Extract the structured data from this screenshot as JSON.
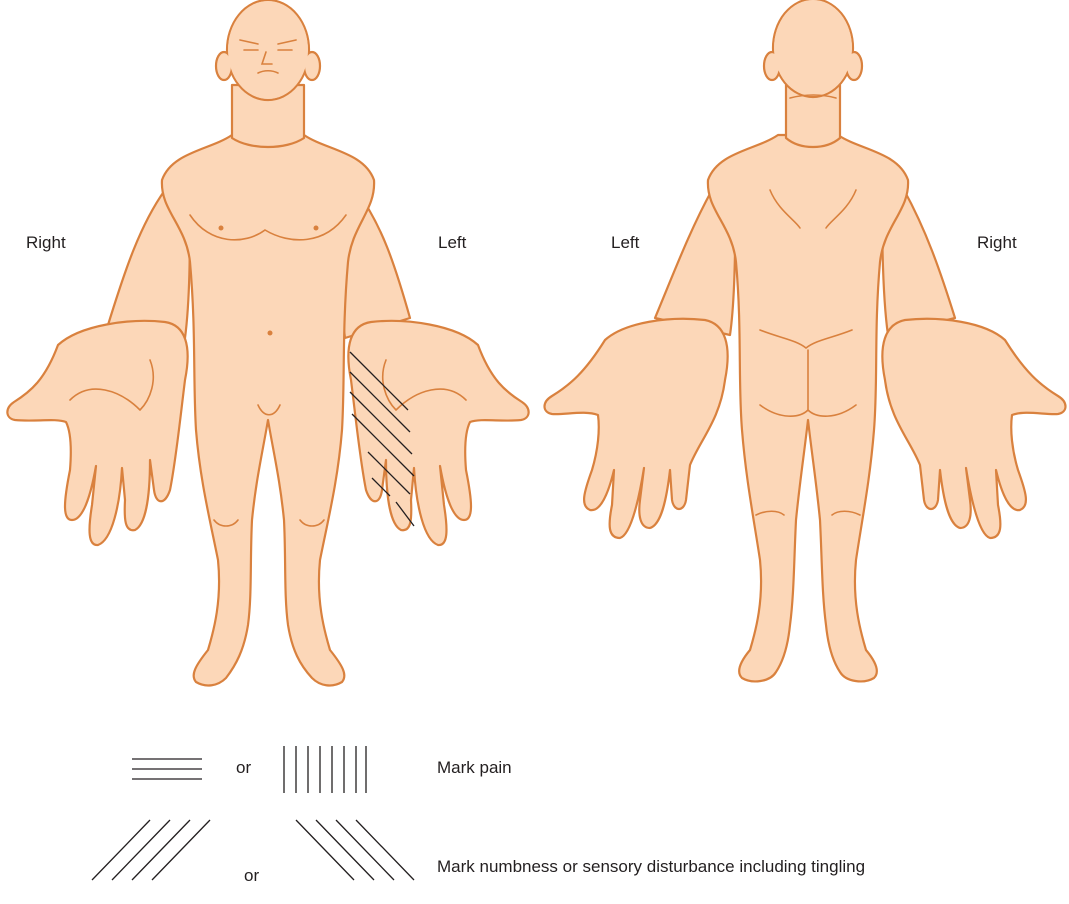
{
  "front_view": {
    "label_right": "Right",
    "label_left": "Left"
  },
  "back_view": {
    "label_left": "Left",
    "label_right": "Right"
  },
  "legend": {
    "pain": {
      "or": "or",
      "text": "Mark pain"
    },
    "numbness": {
      "or": "or",
      "text": "Mark numbness or sensory disturbance including tingling"
    }
  },
  "colors": {
    "skin": "#fcd7b8",
    "outline": "#d9813e",
    "ink": "#231f20"
  }
}
